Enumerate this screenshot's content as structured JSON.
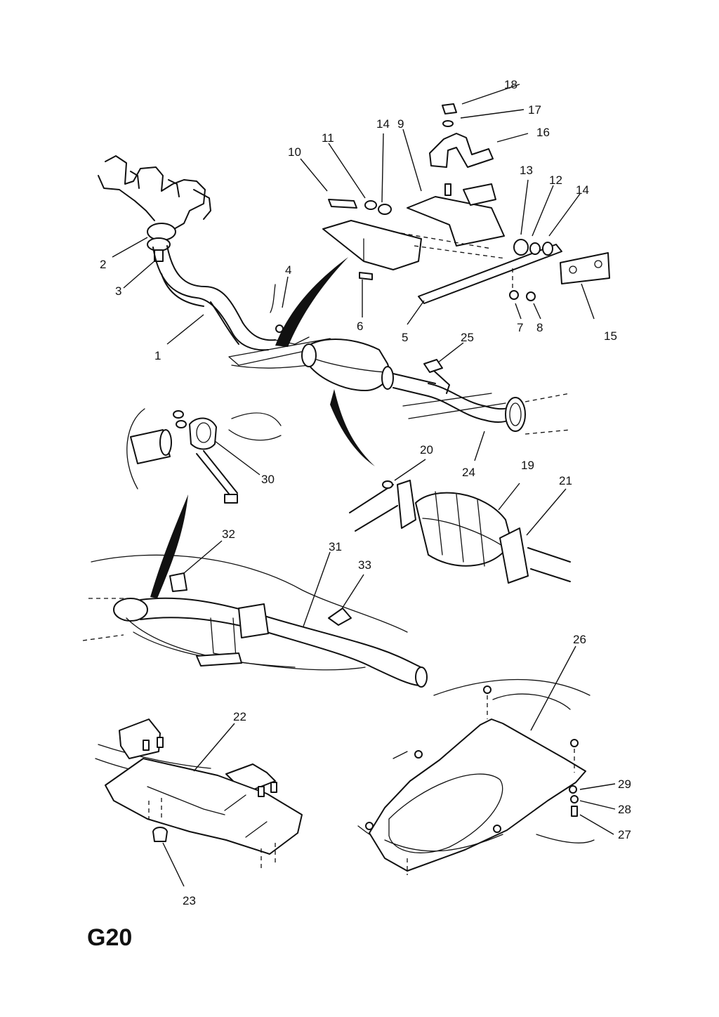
{
  "page_code": "G20",
  "callouts": [
    {
      "id": "1",
      "label": "1"
    },
    {
      "id": "2",
      "label": "2"
    },
    {
      "id": "3",
      "label": "3"
    },
    {
      "id": "4",
      "label": "4"
    },
    {
      "id": "5",
      "label": "5"
    },
    {
      "id": "6",
      "label": "6"
    },
    {
      "id": "7",
      "label": "7"
    },
    {
      "id": "8",
      "label": "8"
    },
    {
      "id": "9",
      "label": "9"
    },
    {
      "id": "10",
      "label": "10"
    },
    {
      "id": "11",
      "label": "11"
    },
    {
      "id": "12",
      "label": "12"
    },
    {
      "id": "13",
      "label": "13"
    },
    {
      "id": "14a",
      "label": "14"
    },
    {
      "id": "14b",
      "label": "14"
    },
    {
      "id": "15",
      "label": "15"
    },
    {
      "id": "16",
      "label": "16"
    },
    {
      "id": "17",
      "label": "17"
    },
    {
      "id": "18",
      "label": "18"
    },
    {
      "id": "19",
      "label": "19"
    },
    {
      "id": "20",
      "label": "20"
    },
    {
      "id": "21",
      "label": "21"
    },
    {
      "id": "22",
      "label": "22"
    },
    {
      "id": "23",
      "label": "23"
    },
    {
      "id": "24",
      "label": "24"
    },
    {
      "id": "25",
      "label": "25"
    },
    {
      "id": "26",
      "label": "26"
    },
    {
      "id": "27",
      "label": "27"
    },
    {
      "id": "28",
      "label": "28"
    },
    {
      "id": "29",
      "label": "29"
    },
    {
      "id": "30",
      "label": "30"
    },
    {
      "id": "31",
      "label": "31"
    },
    {
      "id": "32",
      "label": "32"
    },
    {
      "id": "33",
      "label": "33"
    }
  ]
}
